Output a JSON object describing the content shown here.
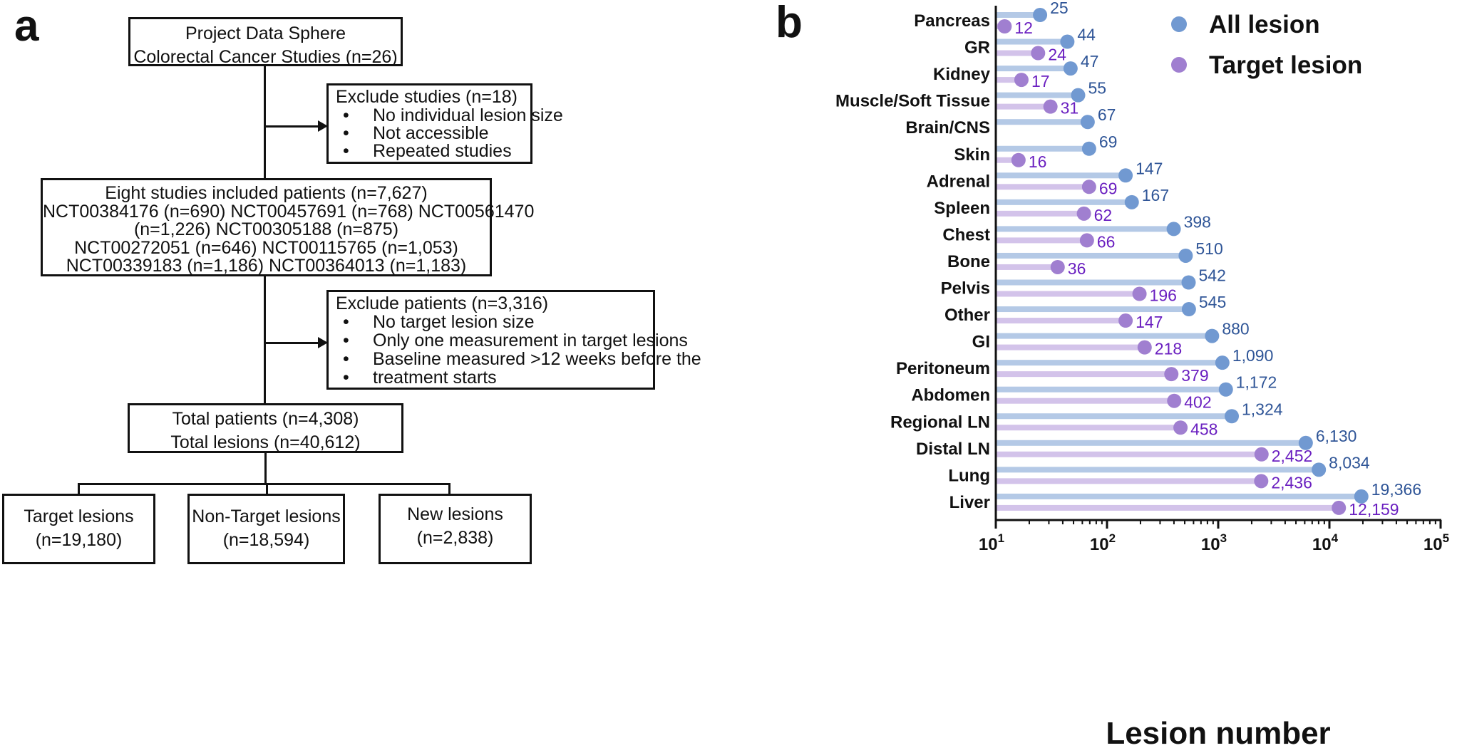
{
  "panel_a": {
    "letter": "a",
    "source_box": {
      "lines": [
        "Project Data Sphere",
        "Colorectal Cancer Studies (n=26)"
      ]
    },
    "exclude_studies": {
      "title": "Exclude studies (n=18)",
      "items": [
        "No individual lesion size",
        "Not accessible",
        "Repeated studies"
      ]
    },
    "included_box": {
      "lines": [
        "Eight studies included patients (n=7,627)",
        "NCT00384176 (n=690) NCT00457691 (n=768) NCT00561470",
        "(n=1,226) NCT00305188 (n=875)",
        "NCT00272051 (n=646) NCT00115765 (n=1,053)",
        "NCT00339183 (n=1,186) NCT00364013 (n=1,183)"
      ]
    },
    "exclude_patients": {
      "title": "Exclude patients (n=3,316)",
      "items": [
        "No target lesion size",
        "Only one measurement in target lesions",
        "Baseline measured >12 weeks before the",
        "treatment starts"
      ]
    },
    "total_box": {
      "lines": [
        "Total patients (n=4,308)",
        "Total lesions (n=40,612)"
      ]
    },
    "leaves": [
      {
        "lines": [
          "Target lesions",
          "(n=19,180)"
        ]
      },
      {
        "lines": [
          "Non-Target lesions",
          "(n=18,594)"
        ]
      },
      {
        "lines": [
          "New lesions",
          "(n=2,838)"
        ]
      }
    ]
  },
  "chart_data": {
    "type": "dot-plot",
    "panel_letter": "b",
    "xlabel": "Lesion number",
    "x_scale": "log",
    "xlim": [
      10,
      100000
    ],
    "x_ticks": [
      {
        "value": 10,
        "base": "10",
        "exp": "1"
      },
      {
        "value": 100,
        "base": "10",
        "exp": "2"
      },
      {
        "value": 1000,
        "base": "10",
        "exp": "3"
      },
      {
        "value": 10000,
        "base": "10",
        "exp": "4"
      },
      {
        "value": 100000,
        "base": "10",
        "exp": "5"
      }
    ],
    "legend_position": "top-right",
    "categories": [
      "Pancreas",
      "GR",
      "Kidney",
      "Muscle/Soft Tissue",
      "Brain/CNS",
      "Skin",
      "Adrenal",
      "Spleen",
      "Chest",
      "Bone",
      "Pelvis",
      "Other",
      "GI",
      "Peritoneum",
      "Abdomen",
      "Regional LN",
      "Distal LN",
      "Lung",
      "Liver"
    ],
    "series": [
      {
        "name": "All lesion",
        "color": "#7199d1",
        "bar_color": "#b4c9e6",
        "label_color": "#2f5597",
        "values": [
          25,
          44,
          47,
          55,
          67,
          69,
          147,
          167,
          398,
          510,
          542,
          545,
          880,
          1090,
          1172,
          1324,
          6130,
          8034,
          19366
        ],
        "labels": [
          "25",
          "44",
          "47",
          "55",
          "67",
          "69",
          "147",
          "167",
          "398",
          "510",
          "542",
          "545",
          "880",
          "1,090",
          "1,172",
          "1,324",
          "6,130",
          "8,034",
          "19,366"
        ]
      },
      {
        "name": "Target lesion",
        "color": "#a07fd0",
        "bar_color": "#d3c3ea",
        "label_color": "#6a1fc0",
        "values": [
          12,
          24,
          17,
          31,
          null,
          16,
          69,
          62,
          66,
          36,
          196,
          147,
          218,
          379,
          402,
          458,
          2452,
          2436,
          12159
        ],
        "labels": [
          "12",
          "24",
          "17",
          "31",
          "",
          "16",
          "69",
          "62",
          "66",
          "36",
          "196",
          "147",
          "218",
          "379",
          "402",
          "458",
          "2,452",
          "2,436",
          "12,159"
        ]
      }
    ]
  }
}
